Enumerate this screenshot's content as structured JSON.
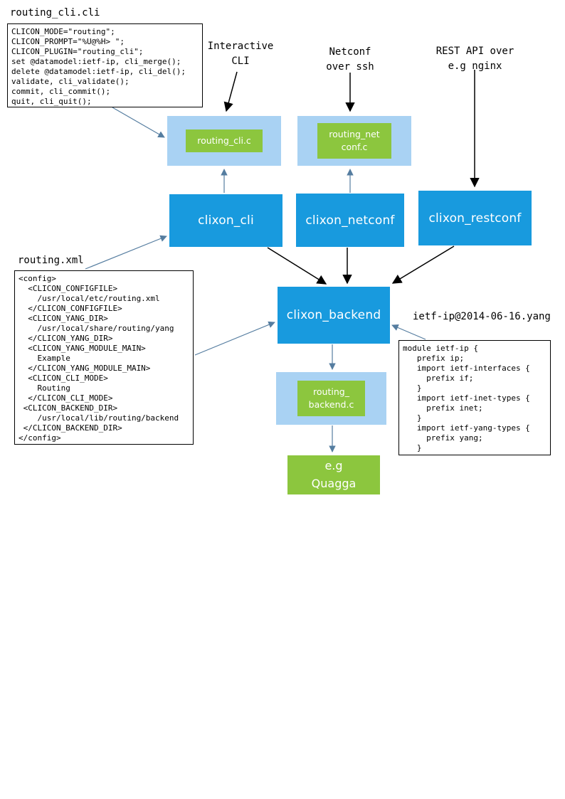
{
  "colors": {
    "node_blue": "#189ade",
    "node_light_blue": "#a9d2f3",
    "node_green": "#8cc63e",
    "arrow_blue": "#557da0",
    "arrow_black": "#000000"
  },
  "files": {
    "cli": {
      "title": "routing_cli.cli",
      "code": "CLICON_MODE=\"routing\";\nCLICON_PROMPT=\"%U@%H> \";\nCLICON_PLUGIN=\"routing_cli\";\nset @datamodel:ietf-ip, cli_merge();\ndelete @datamodel:ietf-ip, cli_del();\nvalidate, cli_validate();\ncommit, cli_commit();\nquit, cli_quit();"
    },
    "xml": {
      "title": "routing.xml",
      "code": "<config>\n  <CLICON_CONFIGFILE>\n    /usr/local/etc/routing.xml\n  </CLICON_CONFIGFILE>\n  <CLICON_YANG_DIR>\n    /usr/local/share/routing/yang\n  </CLICON_YANG_DIR>\n  <CLICON_YANG_MODULE_MAIN>\n    Example\n  </CLICON_YANG_MODULE_MAIN>\n  <CLICON_CLI_MODE>\n    Routing\n  </CLICON_CLI_MODE>\n <CLICON_BACKEND_DIR>\n    /usr/local/lib/routing/backend\n </CLICON_BACKEND_DIR>\n</config>"
    },
    "yang": {
      "title": "ietf-ip@2014-06-16.yang",
      "code": "module ietf-ip {\n   prefix ip;\n   import ietf-interfaces {\n     prefix if;\n   }\n   import ietf-inet-types {\n     prefix inet;\n   }\n   import ietf-yang-types {\n     prefix yang;\n   }"
    }
  },
  "annotations": {
    "interactive_cli": "Interactive\nCLI",
    "netconf": "Netconf\nover ssh",
    "rest": "REST API over\ne.g nginx"
  },
  "nodes": {
    "routing_cli_c": "routing_cli.c",
    "routing_netconf_c": "routing_net\nconf.c",
    "clixon_cli": "clixon_cli",
    "clixon_netconf": "clixon_netconf",
    "clixon_restconf": "clixon_restconf",
    "clixon_backend": "clixon_backend",
    "routing_backend_c": "routing_\nbackend.c",
    "quagga": "e.g\nQuagga"
  }
}
